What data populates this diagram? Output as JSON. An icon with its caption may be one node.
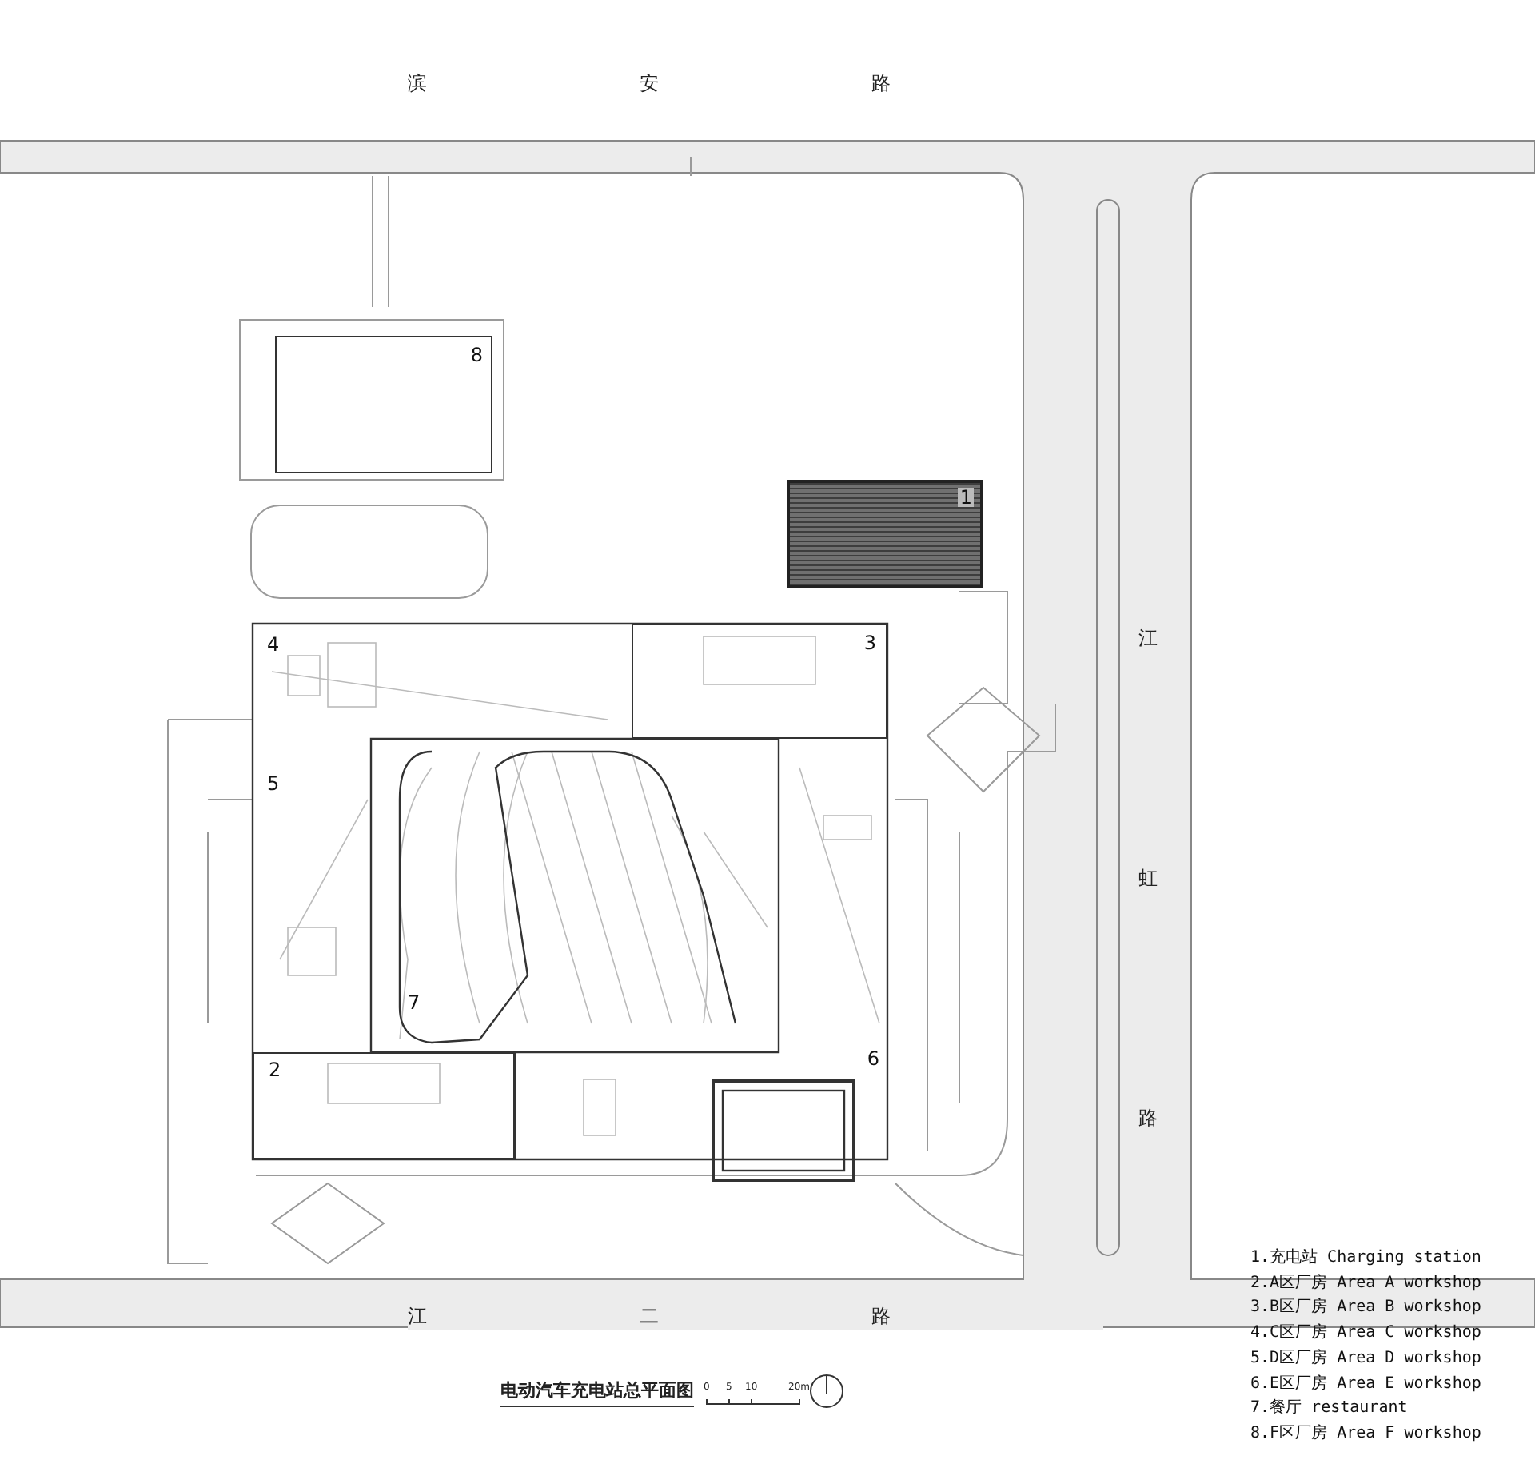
{
  "diagram": {
    "title": "电动汽车充电站总平面图",
    "nodes": [
      {
        "text": [
          "1"
        ]
      },
      {
        "text": [
          "2"
        ]
      },
      {
        "text": [
          "3"
        ]
      },
      {
        "text": [
          "4"
        ]
      },
      {
        "text": [
          "5"
        ]
      },
      {
        "text": [
          "6"
        ]
      },
      {
        "text": [
          "7"
        ]
      },
      {
        "text": [
          "8"
        ]
      }
    ],
    "edges": [],
    "labels": [
      "滨安路",
      "江虹路",
      "江二路",
      "1.充电站 Charging station",
      "2.A区厂房 Area A workshop",
      "3.B区厂房 Area B workshop",
      "4.C区厂房 Area C workshop",
      "5.D区厂房 Area D workshop",
      "6.E区厂房 Area E workshop",
      "7.餐厅 restaurant",
      "8.F区厂房 Area F workshop",
      "0",
      "5",
      "10",
      "20m"
    ]
  }
}
